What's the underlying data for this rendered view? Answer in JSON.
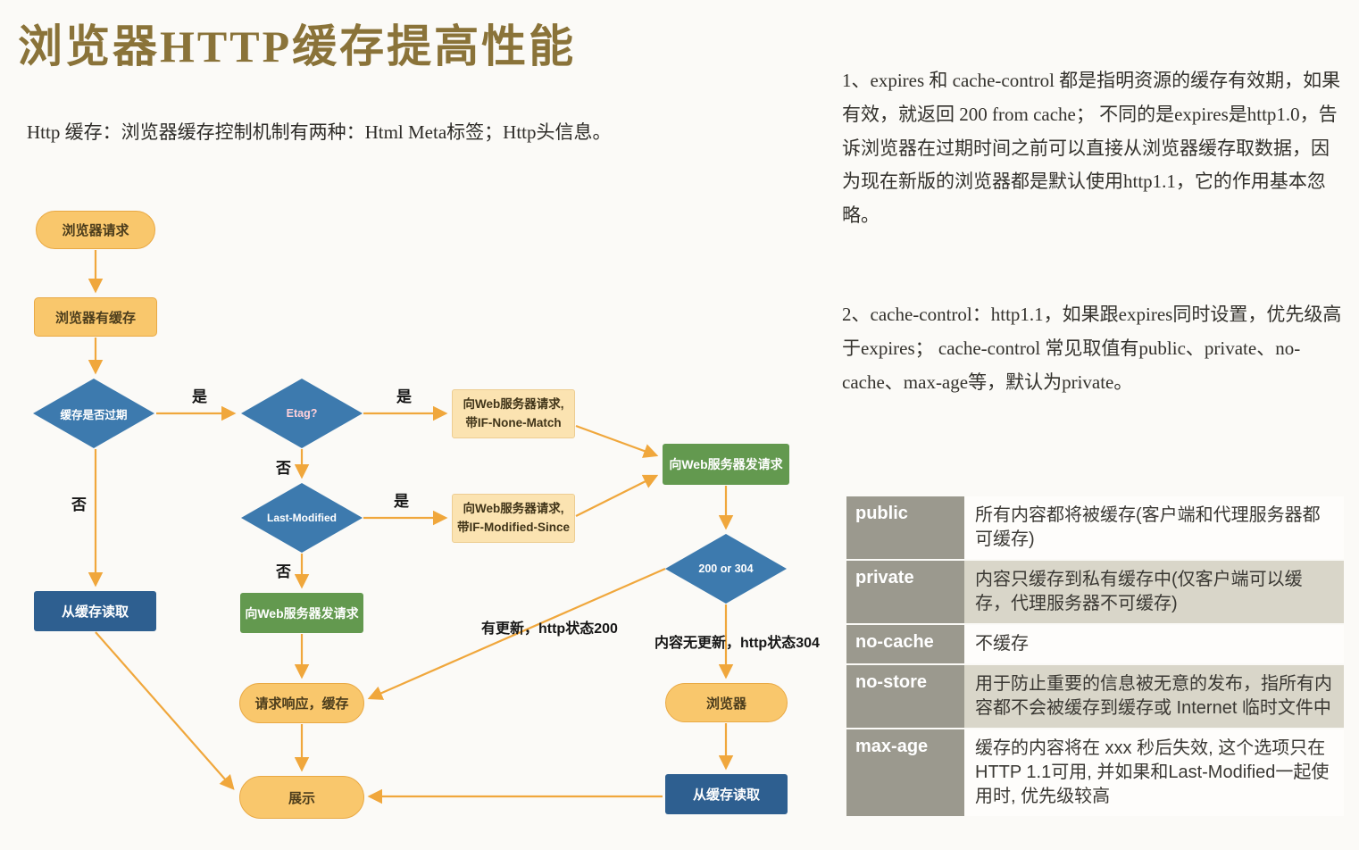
{
  "page": {
    "title": "浏览器HTTP缓存提高性能",
    "subtitle": "Http 缓存：浏览器缓存控制机制有两种：Html Meta标签；Http头信息。"
  },
  "flowchart": {
    "nodes": {
      "browser_request": "浏览器请求",
      "browser_has_cache": "浏览器有缓存",
      "cache_expired": "缓存是否过期",
      "etag": "Etag?",
      "last_modified": "Last-Modified",
      "request_if_none_match_line1": "向Web服务器请求,",
      "request_if_none_match_line2": "带IF-None-Match",
      "request_if_modified_since_line1": "向Web服务器请求,",
      "request_if_modified_since_line2": "带IF-Modified-Since",
      "send_request_right": "向Web服务器发请求",
      "send_request_center": "向Web服务器发请求",
      "status_200_or_304": "200 or 304",
      "read_from_cache_left": "从缓存读取",
      "response_and_cache": "请求响应，缓存",
      "browser": "浏览器",
      "read_from_cache_right": "从缓存读取",
      "display": "展示"
    },
    "edge_labels": {
      "yes_expired": "是",
      "no_expired": "否",
      "yes_etag": "是",
      "no_etag": "否",
      "yes_last_modified": "是",
      "no_last_modified": "否",
      "updated_200": "有更新，http状态200",
      "not_updated_304": "内容无更新，http状态304"
    }
  },
  "notes": {
    "note1": "1、expires 和 cache-control 都是指明资源的缓存有效期，如果有效，就返回 200 from cache； 不同的是expires是http1.0，告诉浏览器在过期时间之前可以直接从浏览器缓存取数据，因为现在新版的浏览器都是默认使用http1.1，它的作用基本忽略。",
    "note2": "2、cache-control：http1.1，如果跟expires同时设置，优先级高于expires；  cache-control 常见取值有public、private、no-cache、max-age等，默认为private。"
  },
  "cache_table": {
    "rows": [
      {
        "key": "public",
        "value": "所有内容都将被缓存(客户端和代理服务器都可缓存)"
      },
      {
        "key": "private",
        "value": "内容只缓存到私有缓存中(仅客户端可以缓存，代理服务器不可缓存)"
      },
      {
        "key": "no-cache",
        "value": "不缓存"
      },
      {
        "key": "no-store",
        "value": "用于防止重要的信息被无意的发布，指所有内容都不会被缓存到缓存或 Internet 临时文件中"
      },
      {
        "key": "max-age",
        "value": "缓存的内容将在 xxx 秒后失效, 这个选项只在 HTTP 1.1可用, 并如果和Last-Modified一起使用时, 优先级较高"
      }
    ]
  },
  "colors": {
    "title": "#8a7339",
    "arrow": "#f0a73c",
    "node_orange": "#f9c76c",
    "node_blue_diamond": "#3d7aae",
    "node_blue_rect": "#2e5f90",
    "node_green": "#63994f",
    "node_cream": "#fbe3b1",
    "table_key_bg": "#9b998e",
    "table_alt_bg": "#d9d6c9"
  }
}
